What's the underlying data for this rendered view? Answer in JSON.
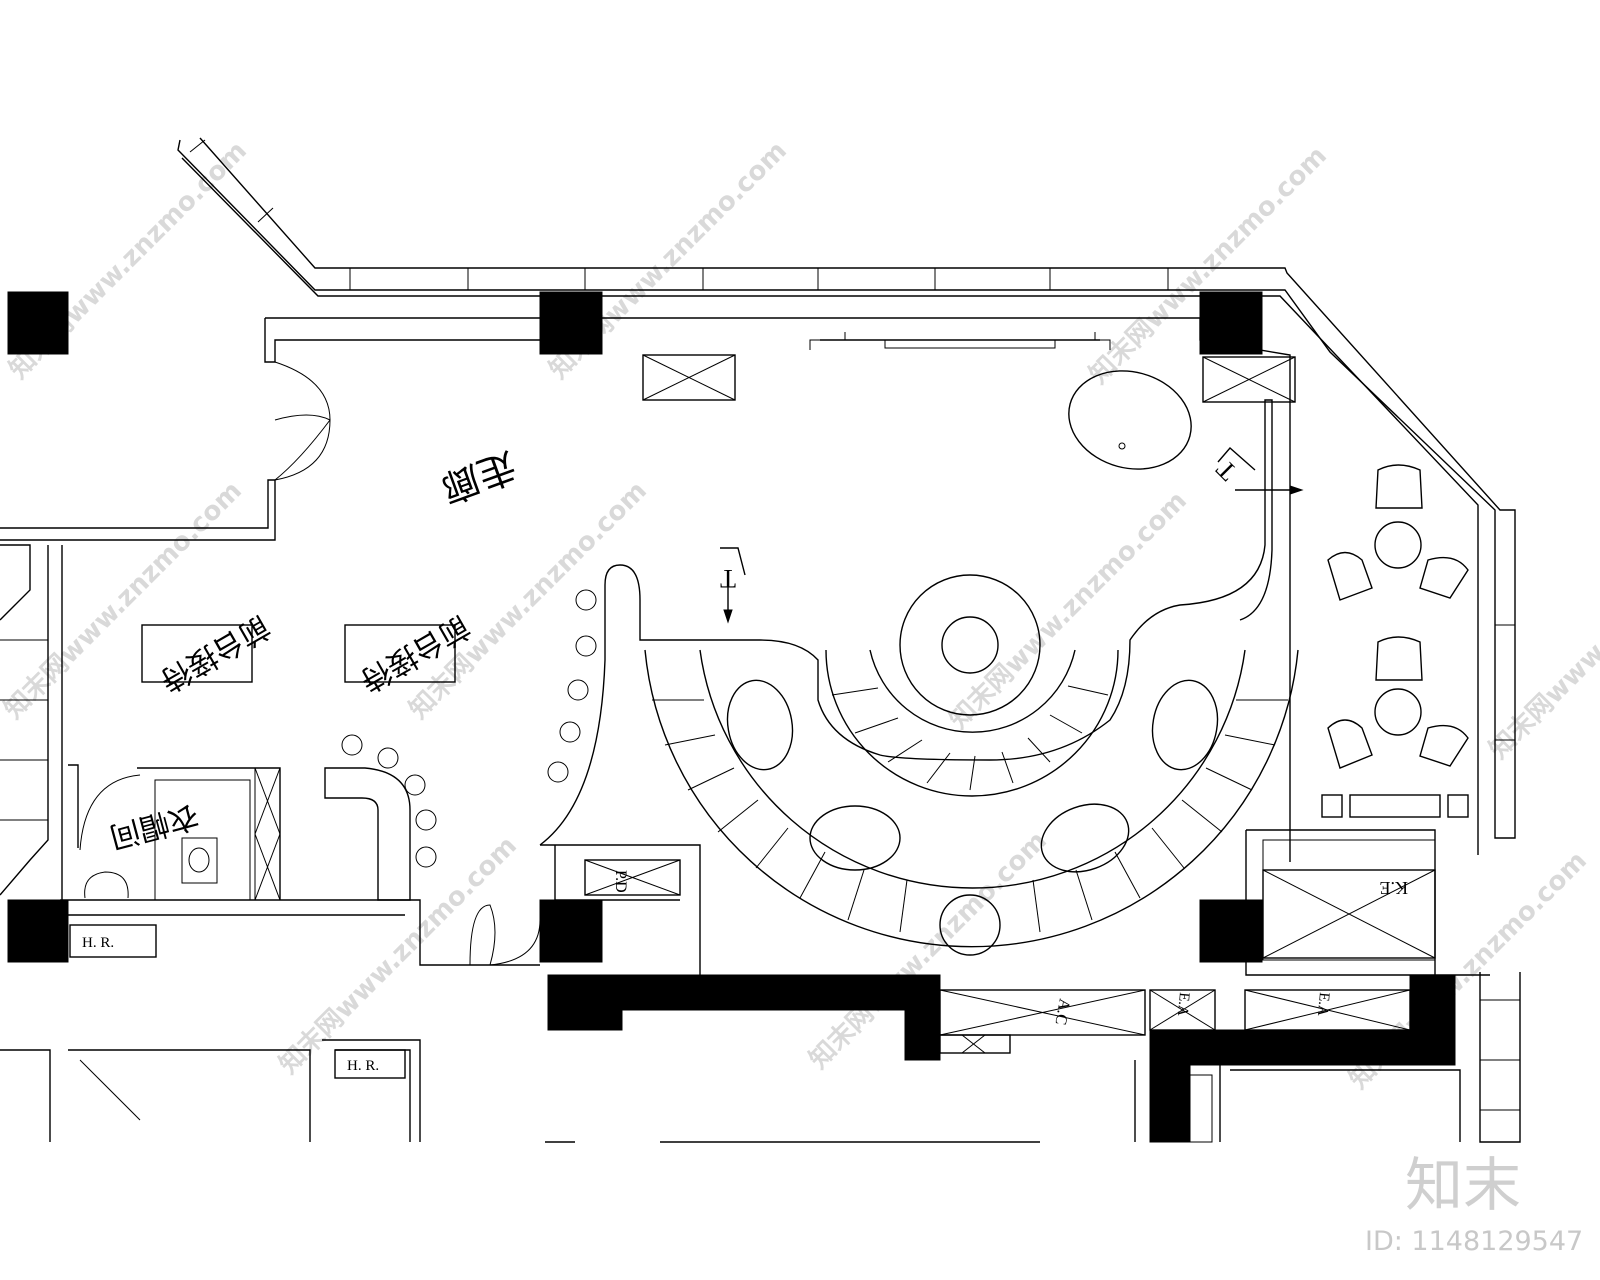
{
  "labels": {
    "corridor": "走廊",
    "desk_1": "前台接待",
    "desk_2": "前台接待",
    "closet": "衣帽间",
    "hr_1": "H. R.",
    "hr_2": "H. R.",
    "pd": "P.D",
    "ke": "K.E",
    "ac": "A.C",
    "ea_1": "E.A",
    "ea_2": "E.A",
    "section_1": "T",
    "section_2": "T"
  },
  "watermark": {
    "text": "知末网www.znzmo.com",
    "brand": "知末",
    "id": "ID: 1148129547"
  }
}
